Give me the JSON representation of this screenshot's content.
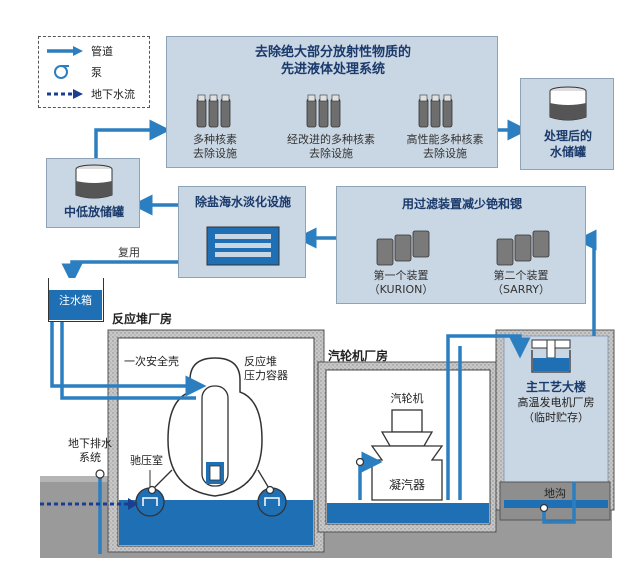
{
  "legend": {
    "pipe": "管道",
    "pump": "泵",
    "groundwater": "地下水流"
  },
  "alps": {
    "title_line1": "去除绝大部分放射性物质的",
    "title_line2": "先进液体处理系统",
    "unit1_line1": "多种核素",
    "unit1_line2": "去除设施",
    "unit2_line1": "经改进的多种核素",
    "unit2_line2": "去除设施",
    "unit3_line1": "高性能多种核素",
    "unit3_line2": "去除设施"
  },
  "treated_storage": {
    "line1": "处理后的",
    "line2": "水储罐"
  },
  "low_level_storage": {
    "label": "中低放储罐"
  },
  "desalination": {
    "label": "除盐海水淡化设施"
  },
  "filter": {
    "title": "用过滤装置减少铯和锶",
    "device1_line1": "第一个装置",
    "device1_line2": "（KURION）",
    "device2_line1": "第二个装置",
    "device2_line2": "（SARRY）"
  },
  "reuse_label": "复用",
  "injection_tank": "注水箱",
  "reactor_building": {
    "title": "反应堆厂房",
    "containment": "一次安全壳",
    "vessel_line1": "反应堆",
    "vessel_line2": "压力容器",
    "suppression": "驰压室"
  },
  "turbine_building": {
    "title": "汽轮机厂房",
    "turbine": "汽轮机",
    "condenser": "凝汽器"
  },
  "main_process": {
    "line1": "主工艺大楼",
    "line2": "高温发电机厂房",
    "line3": "（临时贮存）"
  },
  "trench": "地沟",
  "drain": {
    "line1": "地下排水",
    "line2": "系统"
  },
  "colors": {
    "pipe": "#2b7fc1",
    "box": "#c9d6e3",
    "water": "#1f6fb5",
    "ground": "#9a9a9a"
  }
}
